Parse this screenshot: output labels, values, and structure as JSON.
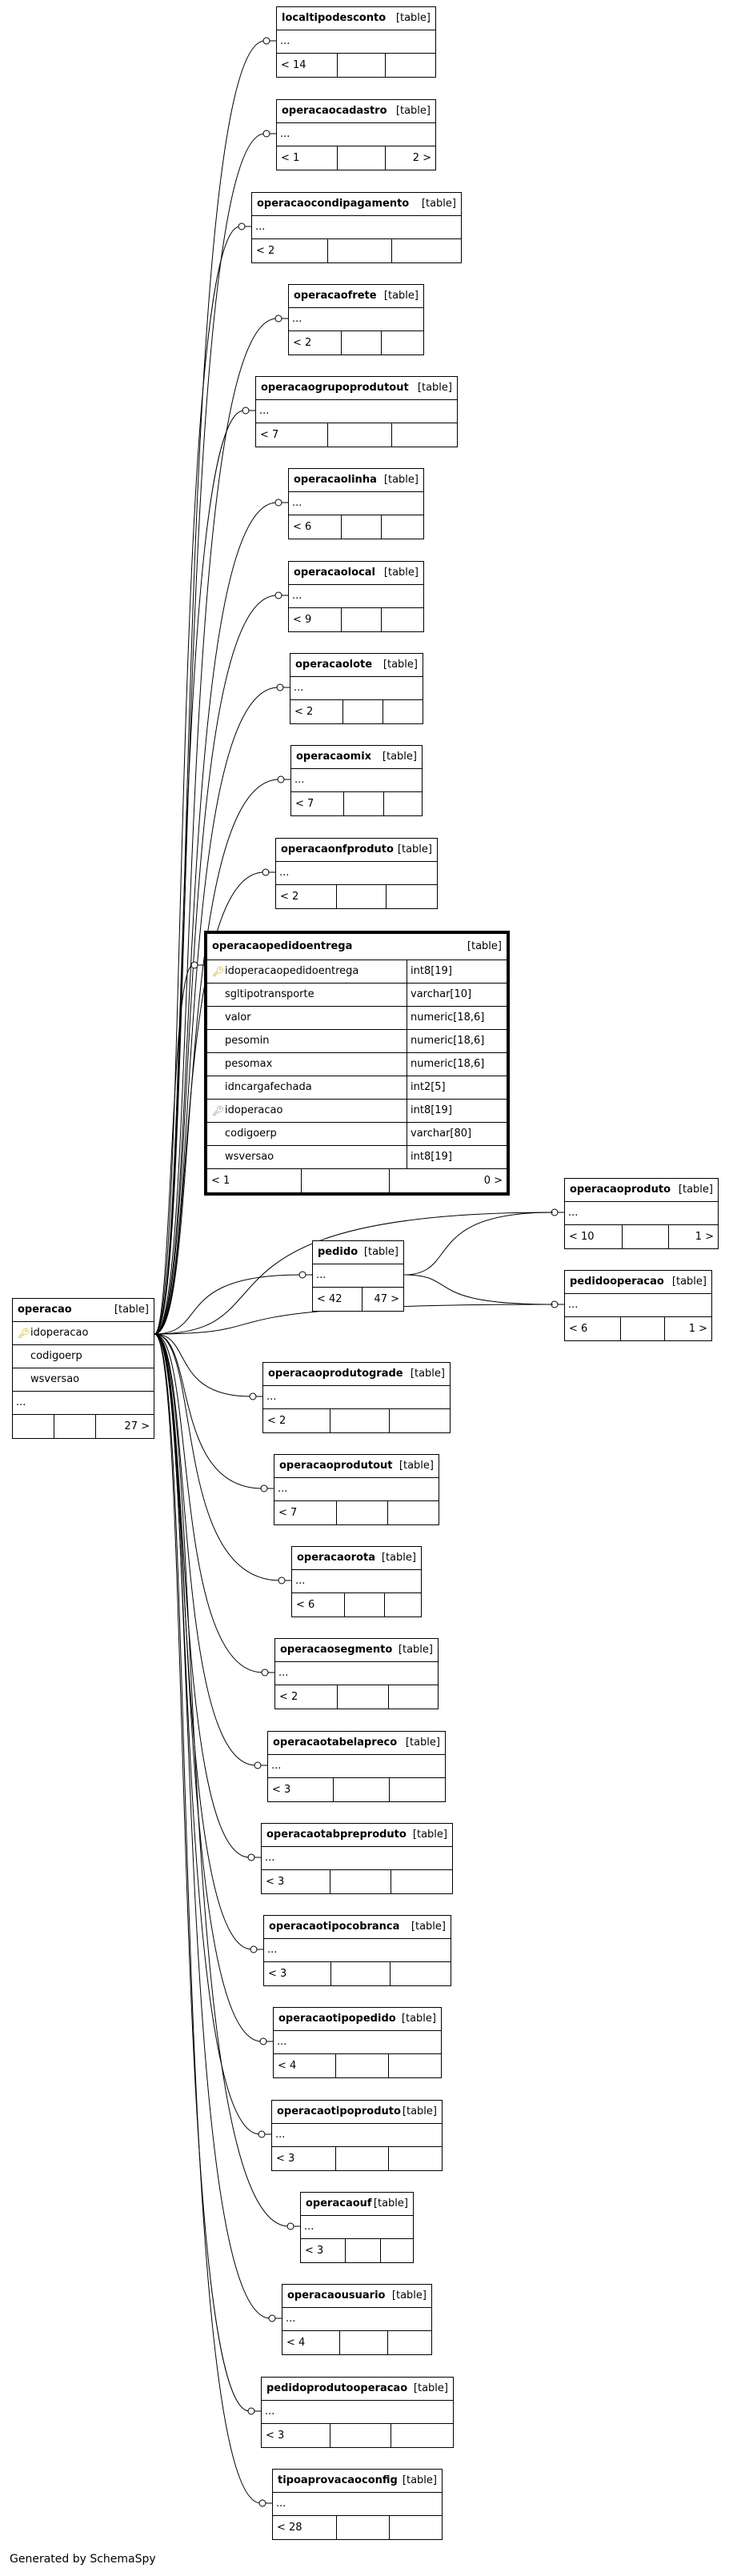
{
  "tables": {
    "localtipodesconto": {
      "name": "localtipodesconto",
      "type": "[table]",
      "rows": [
        "..."
      ],
      "footer": [
        "< 14",
        "",
        ""
      ]
    },
    "operacaocadastro": {
      "name": "operacaocadastro",
      "type": "[table]",
      "rows": [
        "..."
      ],
      "footer": [
        "< 1",
        "",
        "2 >"
      ]
    },
    "operacaocondipagamento": {
      "name": "operacaocondipagamento",
      "type": "[table]",
      "rows": [
        "..."
      ],
      "footer": [
        "< 2",
        "",
        ""
      ]
    },
    "operacaofrete": {
      "name": "operacaofrete",
      "type": "[table]",
      "rows": [
        "..."
      ],
      "footer": [
        "< 2",
        "",
        ""
      ]
    },
    "operacaogrupoprodutout": {
      "name": "operacaogrupoprodutout",
      "type": "[table]",
      "rows": [
        "..."
      ],
      "footer": [
        "< 7",
        "",
        ""
      ]
    },
    "operacaolinha": {
      "name": "operacaolinha",
      "type": "[table]",
      "rows": [
        "..."
      ],
      "footer": [
        "< 6",
        "",
        ""
      ]
    },
    "operacaolocal": {
      "name": "operacaolocal",
      "type": "[table]",
      "rows": [
        "..."
      ],
      "footer": [
        "< 9",
        "",
        ""
      ]
    },
    "operacaolote": {
      "name": "operacaolote",
      "type": "[table]",
      "rows": [
        "..."
      ],
      "footer": [
        "< 2",
        "",
        ""
      ]
    },
    "operacaomix": {
      "name": "operacaomix",
      "type": "[table]",
      "rows": [
        "..."
      ],
      "footer": [
        "< 7",
        "",
        ""
      ]
    },
    "operacaonfproduto": {
      "name": "operacaonfproduto",
      "type": "[table]",
      "rows": [
        "..."
      ],
      "footer": [
        "< 2",
        "",
        ""
      ]
    },
    "operacaopedidoentrega": {
      "name": "operacaopedidoentrega",
      "type": "[table]",
      "columns": [
        {
          "name": "idoperacaopedidoentrega",
          "type": "int8[19]",
          "key": "pk"
        },
        {
          "name": "sgltipotransporte",
          "type": "varchar[10]",
          "key": ""
        },
        {
          "name": "valor",
          "type": "numeric[18,6]",
          "key": ""
        },
        {
          "name": "pesomin",
          "type": "numeric[18,6]",
          "key": ""
        },
        {
          "name": "pesomax",
          "type": "numeric[18,6]",
          "key": ""
        },
        {
          "name": "idncargafechada",
          "type": "int2[5]",
          "key": ""
        },
        {
          "name": "idoperacao",
          "type": "int8[19]",
          "key": "fk"
        },
        {
          "name": "codigoerp",
          "type": "varchar[80]",
          "key": ""
        },
        {
          "name": "wsversao",
          "type": "int8[19]",
          "key": ""
        }
      ],
      "footer": [
        "< 1",
        "",
        "0 >"
      ]
    },
    "operacaoproduto": {
      "name": "operacaoproduto",
      "type": "[table]",
      "rows": [
        "..."
      ],
      "footer": [
        "< 10",
        "",
        "1 >"
      ]
    },
    "pedido": {
      "name": "pedido",
      "type": "[table]",
      "rows": [
        "..."
      ],
      "footer": [
        "< 42",
        "47 >"
      ]
    },
    "pedidooperacao": {
      "name": "pedidooperacao",
      "type": "[table]",
      "rows": [
        "..."
      ],
      "footer": [
        "< 6",
        "",
        "1 >"
      ]
    },
    "operacao": {
      "name": "operacao",
      "type": "[table]",
      "columns": [
        {
          "name": "idoperacao",
          "key": "pk"
        },
        {
          "name": "codigoerp",
          "key": ""
        },
        {
          "name": "wsversao",
          "key": ""
        },
        {
          "name": "...",
          "key": ""
        }
      ],
      "footer": [
        "",
        "",
        "27 >"
      ]
    },
    "operacaoprodutograde": {
      "name": "operacaoprodutograde",
      "type": "[table]",
      "rows": [
        "..."
      ],
      "footer": [
        "< 2",
        "",
        ""
      ]
    },
    "operacaoprodutout": {
      "name": "operacaoprodutout",
      "type": "[table]",
      "rows": [
        "..."
      ],
      "footer": [
        "< 7",
        "",
        ""
      ]
    },
    "operacaorota": {
      "name": "operacaorota",
      "type": "[table]",
      "rows": [
        "..."
      ],
      "footer": [
        "< 6",
        "",
        ""
      ]
    },
    "operacaosegmento": {
      "name": "operacaosegmento",
      "type": "[table]",
      "rows": [
        "..."
      ],
      "footer": [
        "< 2",
        "",
        ""
      ]
    },
    "operacaotabelapreco": {
      "name": "operacaotabelapreco",
      "type": "[table]",
      "rows": [
        "..."
      ],
      "footer": [
        "< 3",
        "",
        ""
      ]
    },
    "operacaotabpreproduto": {
      "name": "operacaotabpreproduto",
      "type": "[table]",
      "rows": [
        "..."
      ],
      "footer": [
        "< 3",
        "",
        ""
      ]
    },
    "operacaotipocobranca": {
      "name": "operacaotipocobranca",
      "type": "[table]",
      "rows": [
        "..."
      ],
      "footer": [
        "< 3",
        "",
        ""
      ]
    },
    "operacaotipopedido": {
      "name": "operacaotipopedido",
      "type": "[table]",
      "rows": [
        "..."
      ],
      "footer": [
        "< 4",
        "",
        ""
      ]
    },
    "operacaotipoproduto": {
      "name": "operacaotipoproduto",
      "type": "[table]",
      "rows": [
        "..."
      ],
      "footer": [
        "< 3",
        "",
        ""
      ]
    },
    "operacaouf": {
      "name": "operacaouf",
      "type": "[table]",
      "rows": [
        "..."
      ],
      "footer": [
        "< 3",
        "",
        ""
      ]
    },
    "operacaousuario": {
      "name": "operacaousuario",
      "type": "[table]",
      "rows": [
        "..."
      ],
      "footer": [
        "< 4",
        "",
        ""
      ]
    },
    "pedidoprodutooperacao": {
      "name": "pedidoprodutooperacao",
      "type": "[table]",
      "rows": [
        "..."
      ],
      "footer": [
        "< 3",
        "",
        ""
      ]
    },
    "tipoaprovacaoconfig": {
      "name": "tipoaprovacaoconfig",
      "type": "[table]",
      "rows": [
        "..."
      ],
      "footer": [
        "< 28",
        "",
        ""
      ]
    }
  },
  "credit": "Generated by SchemaSpy"
}
